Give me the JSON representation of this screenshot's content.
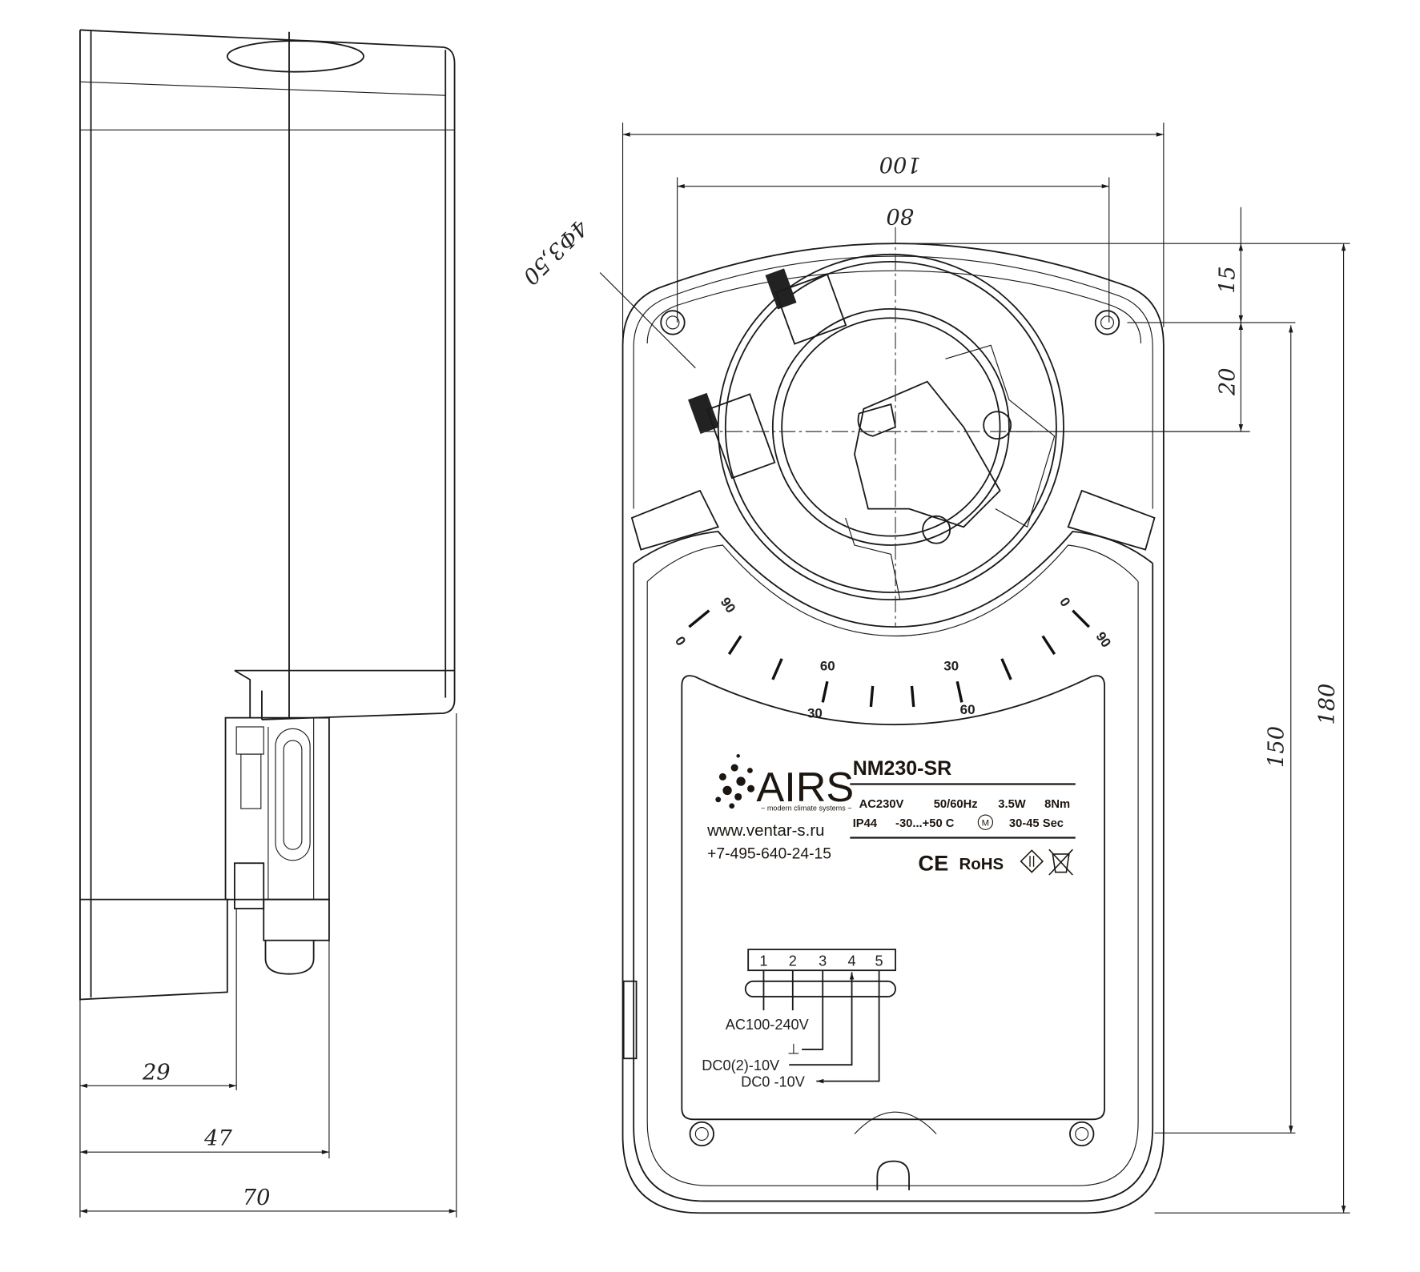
{
  "dimensions": {
    "side": {
      "d29": "29",
      "d47": "47",
      "d70": "70"
    },
    "front": {
      "d100": "100",
      "d80": "80",
      "hole": "4Φ3,50",
      "d15": "15",
      "d20": "20",
      "d150": "150",
      "d180": "180"
    }
  },
  "dial": {
    "left_90": "90",
    "left_0": "0",
    "mid_left_60": "60",
    "mid_left_30": "30",
    "mid_right_30": "30",
    "mid_right_60": "60",
    "right_0": "0",
    "right_90": "90"
  },
  "label": {
    "brand": "AIRS",
    "tagline": "~ modern climate systems ~",
    "model": "NM230-SR",
    "spec_row1": [
      "AC230V",
      "50/60Hz",
      "3.5W",
      "8Nm"
    ],
    "spec_row2": [
      "IP44",
      "-30...+50 C",
      "M",
      "30-45 Sec"
    ],
    "website": "www.ventar-s.ru",
    "phone": "+7-495-640-24-15",
    "ce": "CE",
    "rohs": "RoHS"
  },
  "wiring": {
    "terminals": [
      "1",
      "2",
      "3",
      "4",
      "5"
    ],
    "ac_supply": "AC100-240V",
    "ground": "⊥",
    "dc_input": "DC0(2)-10V",
    "dc_output": "DC0 -10V"
  }
}
